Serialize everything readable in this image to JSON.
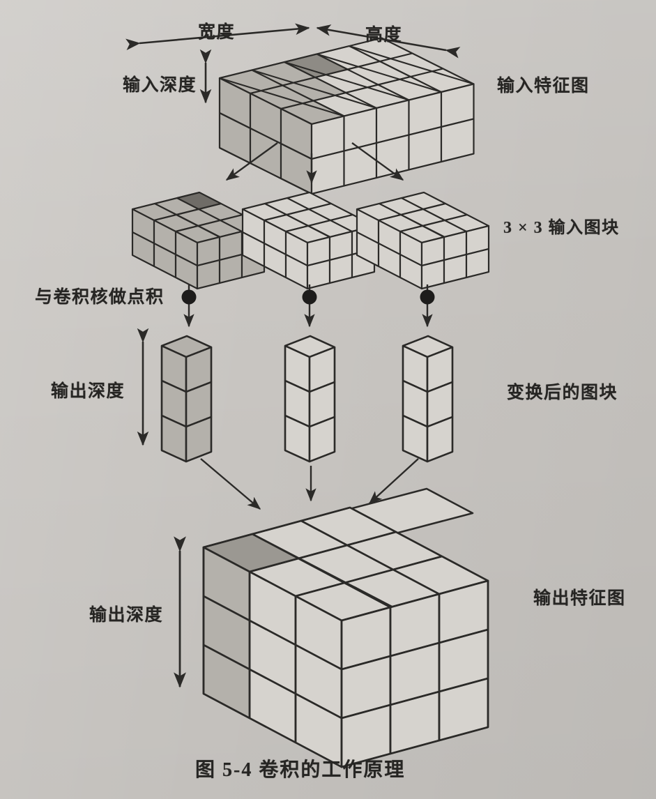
{
  "figure": {
    "caption": "图 5-4    卷积的工作原理",
    "background_color": "#c9c6c2",
    "ink_color": "#2b2a28",
    "fill_light": "#d6d3ce",
    "fill_mid": "#b4b1ab",
    "fill_dark": "#8e8b85"
  },
  "labels": {
    "width": "宽度",
    "height": "高度",
    "input_depth": "输入深度",
    "input_feature_map": "输入特征图",
    "input_patches": "3 × 3 输入图块",
    "dot_product": "与卷积核做点积",
    "output_depth_mid": "输出深度",
    "transformed_patches": "变换后的图块",
    "output_depth_bottom": "输出深度",
    "output_feature_map": "输出特征图"
  },
  "chart_data": {
    "type": "diagram",
    "title": "图 5-4    卷积的工作原理",
    "stages": [
      {
        "name": "input_feature_map",
        "label": "输入特征图",
        "shape": [
          5,
          5,
          2
        ],
        "shape_text": "5 × 5 × 2",
        "dims_labeled": [
          "宽度",
          "高度",
          "输入深度"
        ],
        "highlight": "前三列阴影，顶面一格深色"
      },
      {
        "name": "input_patches",
        "label": "3 × 3 输入图块",
        "count": 3,
        "shape": [
          3,
          3,
          2
        ],
        "shape_text": "3 × 3 × 2",
        "highlighted_index": 0
      },
      {
        "name": "dot_product",
        "label": "与卷积核做点积",
        "operator": "•",
        "count": 3
      },
      {
        "name": "transformed_patches",
        "label": "变换后的图块",
        "count": 3,
        "shape": [
          1,
          1,
          3
        ],
        "shape_text": "1 × 1 × 3",
        "dims_labeled": [
          "输出深度"
        ],
        "highlighted_index": 0
      },
      {
        "name": "output_feature_map",
        "label": "输出特征图",
        "shape": [
          3,
          3,
          3
        ],
        "shape_text": "3 × 3 × 3",
        "dims_labeled": [
          "输出深度"
        ],
        "highlight": "左侧面最左列阴影，顶面左后一格深色"
      }
    ],
    "arrows": [
      {
        "from": "input_feature_map",
        "to": "input_patches",
        "count": 3,
        "style": "diverging"
      },
      {
        "from": "input_patches",
        "to": "transformed_patches",
        "count": 3,
        "style": "vertical-with-dot"
      },
      {
        "from": "transformed_patches",
        "to": "output_feature_map",
        "count": 3,
        "style": "converging"
      }
    ]
  }
}
